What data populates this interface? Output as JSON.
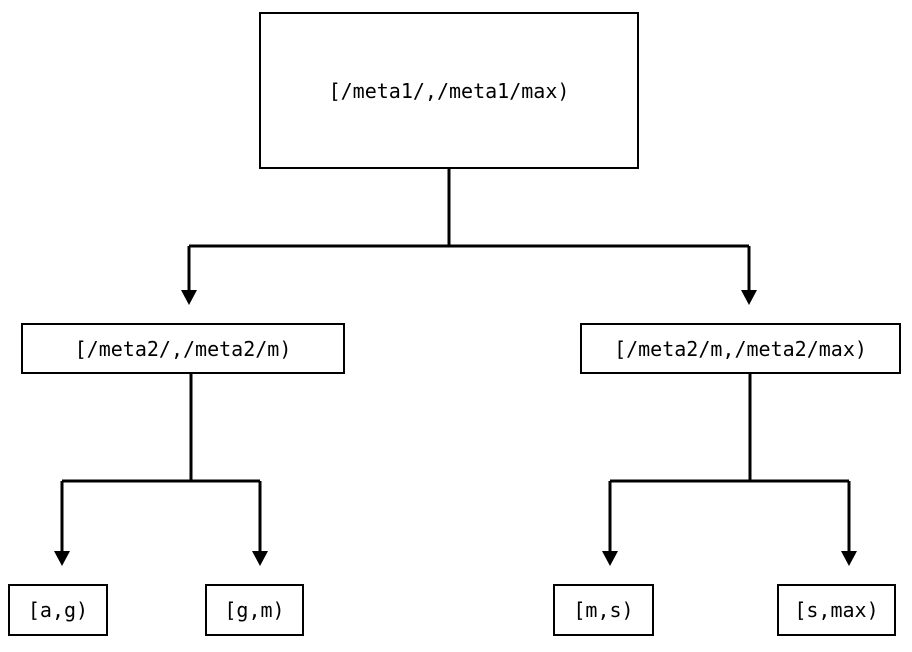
{
  "diagram": {
    "type": "binary-tree",
    "orientation": "top-down",
    "background_color": "#ffffff",
    "stroke_color": "#000000",
    "nodes": {
      "root": {
        "label": "[/meta1/,/meta1/max)"
      },
      "mid_left": {
        "label": "[/meta2/,/meta2/m)"
      },
      "mid_right": {
        "label": "[/meta2/m,/meta2/max)"
      },
      "leaf_1": {
        "label": "[a,g)"
      },
      "leaf_2": {
        "label": "[g,m)"
      },
      "leaf_3": {
        "label": "[m,s)"
      },
      "leaf_4": {
        "label": "[s,max)"
      }
    },
    "edges": [
      {
        "from": "root",
        "to": "mid_left",
        "arrow": "down"
      },
      {
        "from": "root",
        "to": "mid_right",
        "arrow": "down"
      },
      {
        "from": "mid_left",
        "to": "leaf_1",
        "arrow": "down"
      },
      {
        "from": "mid_left",
        "to": "leaf_2",
        "arrow": "down"
      },
      {
        "from": "mid_right",
        "to": "leaf_3",
        "arrow": "down"
      },
      {
        "from": "mid_right",
        "to": "leaf_4",
        "arrow": "down"
      }
    ]
  }
}
